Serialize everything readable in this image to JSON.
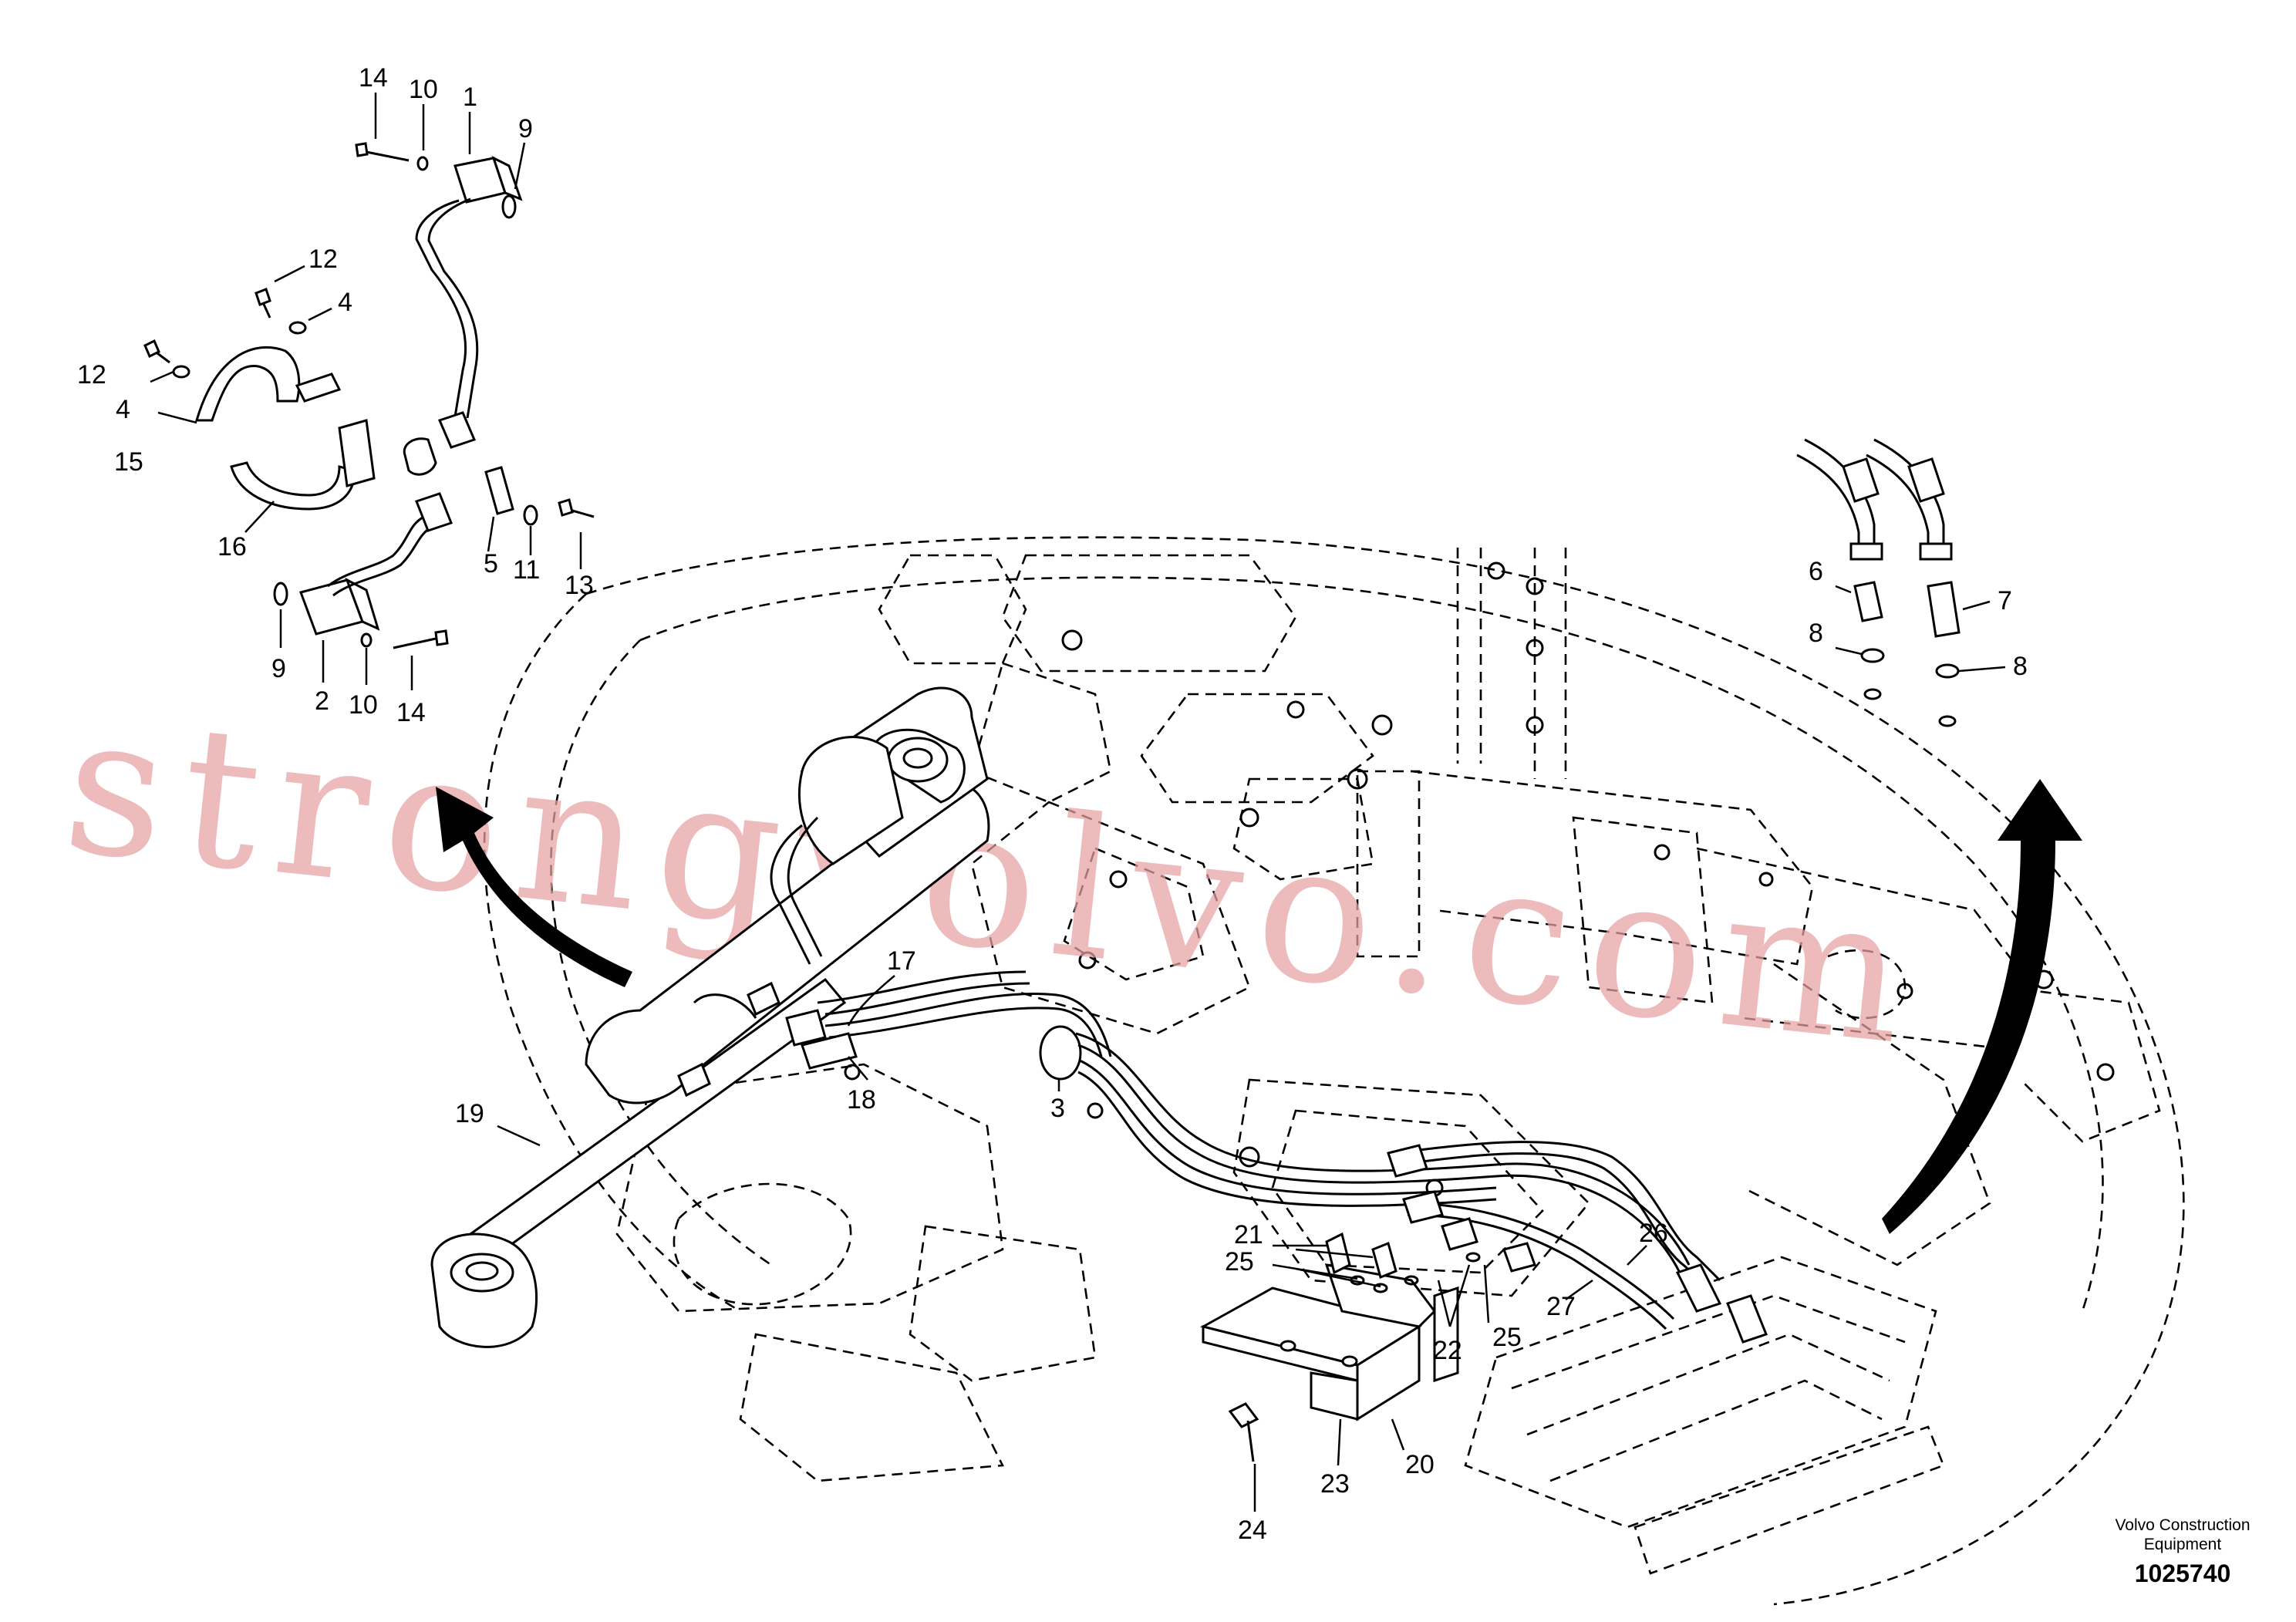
{
  "watermark": "strongvolvo.com",
  "brand_name": "Volvo Construction Equipment",
  "document_number": "1025740",
  "part_labels": {
    "p1": "1",
    "p2": "2",
    "p3": "3",
    "p4a": "4",
    "p4b": "4",
    "p5": "5",
    "p6": "6",
    "p7": "7",
    "p8a": "8",
    "p8b": "8",
    "p9a": "9",
    "p9b": "9",
    "p10a": "10",
    "p10b": "10",
    "p11": "11",
    "p12a": "12",
    "p12b": "12",
    "p13": "13",
    "p14a": "14",
    "p14b": "14",
    "p15": "15",
    "p16": "16",
    "p17": "17",
    "p18": "18",
    "p19": "19",
    "p20": "20",
    "p21": "21",
    "p22": "22",
    "p23": "23",
    "p24": "24",
    "p25a": "25",
    "p25b": "25",
    "p26": "26",
    "p27": "27"
  },
  "icons": [
    "arrow-left-detail-icon",
    "arrow-right-detail-icon"
  ]
}
